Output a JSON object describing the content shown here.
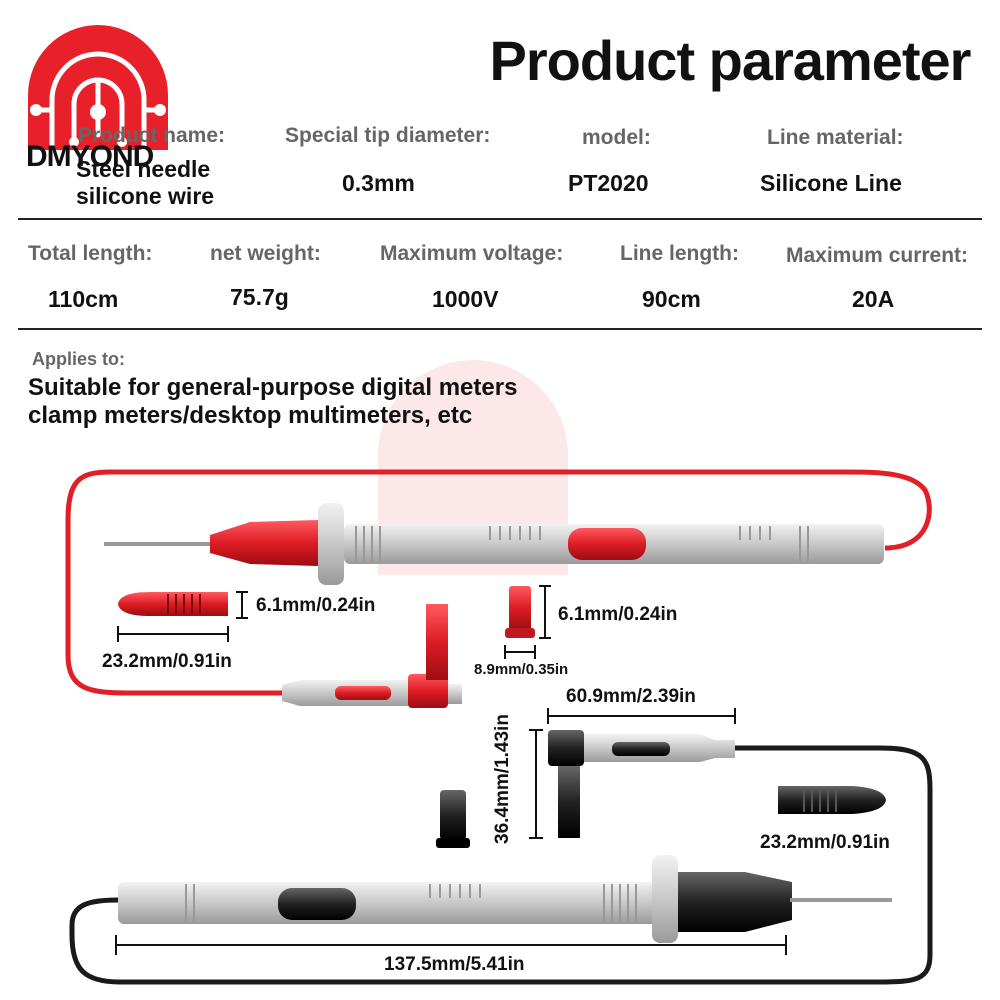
{
  "brand": {
    "name": "DMYOND",
    "color": "#e8202a"
  },
  "header": {
    "title": "Product parameter"
  },
  "row1": [
    {
      "label": "Product name:",
      "value": "Steel needle silicone wire"
    },
    {
      "label": "Special tip diameter:",
      "value": "0.3mm"
    },
    {
      "label": "model:",
      "value": "PT2020"
    },
    {
      "label": "Line material:",
      "value": "Silicone Line"
    }
  ],
  "row2": [
    {
      "label": "Total length:",
      "value": "110cm"
    },
    {
      "label": "net weight:",
      "value": "75.7g"
    },
    {
      "label": "Maximum voltage:",
      "value": "1000V"
    },
    {
      "label": "Line length:",
      "value": "90cm"
    },
    {
      "label": "Maximum current:",
      "value": "20A"
    }
  ],
  "applies": {
    "label": "Applies to:",
    "line1": "Suitable for general-purpose digital meters",
    "line2": "clamp meters/desktop multimeters, etc"
  },
  "dimensions": {
    "red_cap_height": "6.1mm/0.24in",
    "red_cap_length": "23.2mm/0.91in",
    "red_sleeve_height": "6.1mm/0.24in",
    "red_sleeve_width": "8.9mm/0.35in",
    "angle_plug_length": "60.9mm/2.39in",
    "angle_plug_height": "36.4mm/1.43in",
    "black_cap_length": "23.2mm/0.91in",
    "probe_length": "137.5mm/5.41in"
  },
  "colors": {
    "red": "#e01f26",
    "black": "#1a1a1a",
    "silver": "#d4d4d4"
  }
}
